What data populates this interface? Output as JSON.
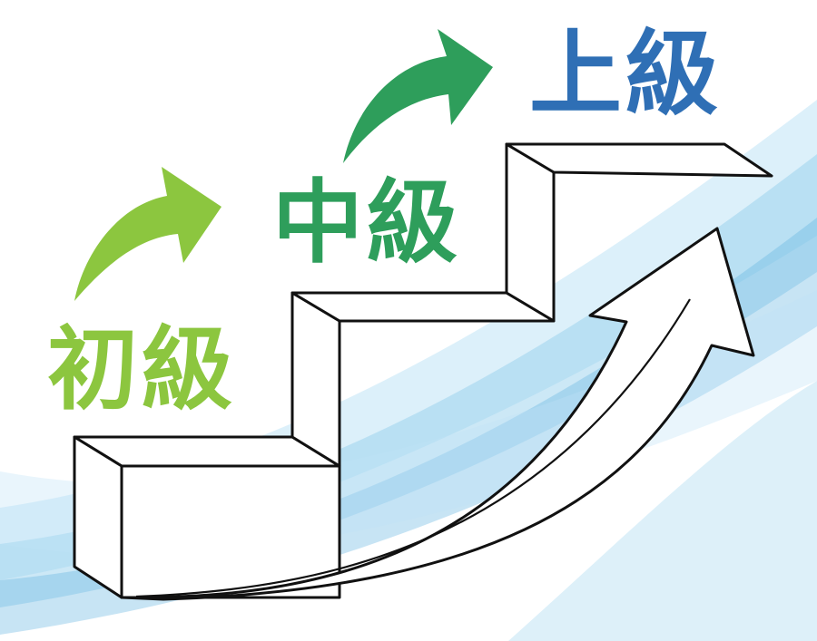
{
  "levels": {
    "beginner": "初級",
    "intermediate": "中級",
    "advanced": "上級"
  },
  "colors": {
    "beginner": "#8cc63f",
    "intermediate": "#2e9e5b",
    "advanced": "#2f6fb5",
    "wave_light": "#bfe3f5",
    "wave_mid": "#8fcdea",
    "wave_deep": "#5fb3e0",
    "outline": "#111111"
  },
  "icons": {
    "step_arrow_1": "curved-arrow-up-right-icon",
    "step_arrow_2": "curved-arrow-up-right-icon",
    "growth_arrow": "large-curved-growth-arrow-icon"
  }
}
